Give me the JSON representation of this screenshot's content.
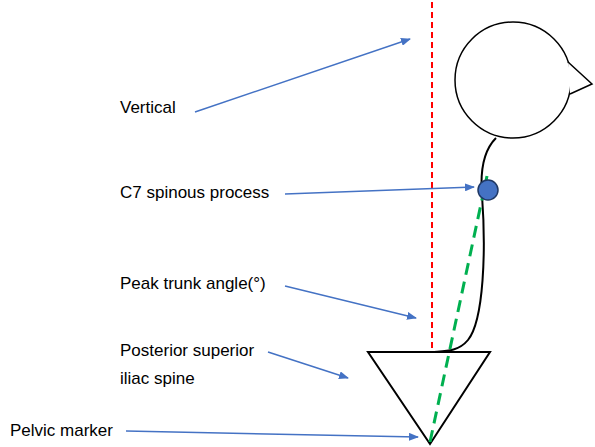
{
  "diagram": {
    "labels": [
      "Vertical",
      "C7 spinous process",
      "Peak trunk angle(°)",
      "Posterior superior iliac spine",
      "Pelvic marker"
    ]
  }
}
